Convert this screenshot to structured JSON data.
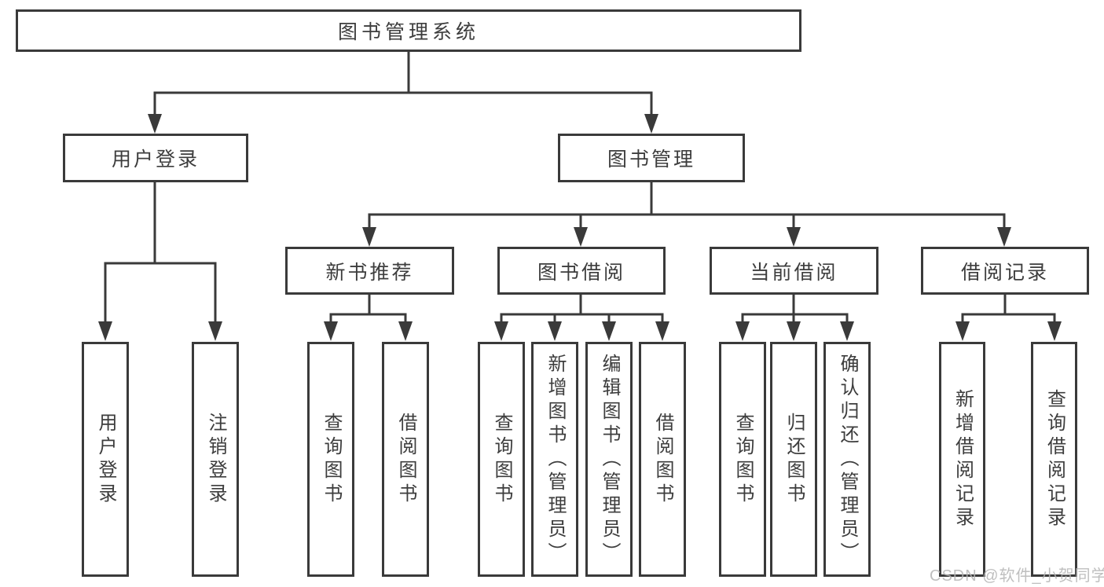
{
  "tree": {
    "root": {
      "label": "图书管理系统"
    },
    "branches": [
      {
        "label": "用户登录",
        "leaves": [
          "用户登录",
          "注销登录"
        ]
      },
      {
        "label": "图书管理",
        "groups": [
          {
            "label": "新书推荐",
            "leaves": [
              "查询图书",
              "借阅图书"
            ]
          },
          {
            "label": "图书借阅",
            "leaves": [
              "查询图书",
              "新增图书（管理员）",
              "编辑图书（管理员）",
              "借阅图书"
            ]
          },
          {
            "label": "当前借阅",
            "leaves": [
              "查询图书",
              "归还图书",
              "确认归还（管理员）"
            ]
          },
          {
            "label": "借阅记录",
            "leaves": [
              "新增借阅记录",
              "查询借阅记录"
            ]
          }
        ]
      }
    ]
  },
  "watermark": {
    "text": "CSDN @软件_小贺同学"
  },
  "colors": {
    "line": "#3a3a3a",
    "text": "#3d3d3d",
    "background": "#ffffff",
    "watermark": "#b5b5b5"
  }
}
